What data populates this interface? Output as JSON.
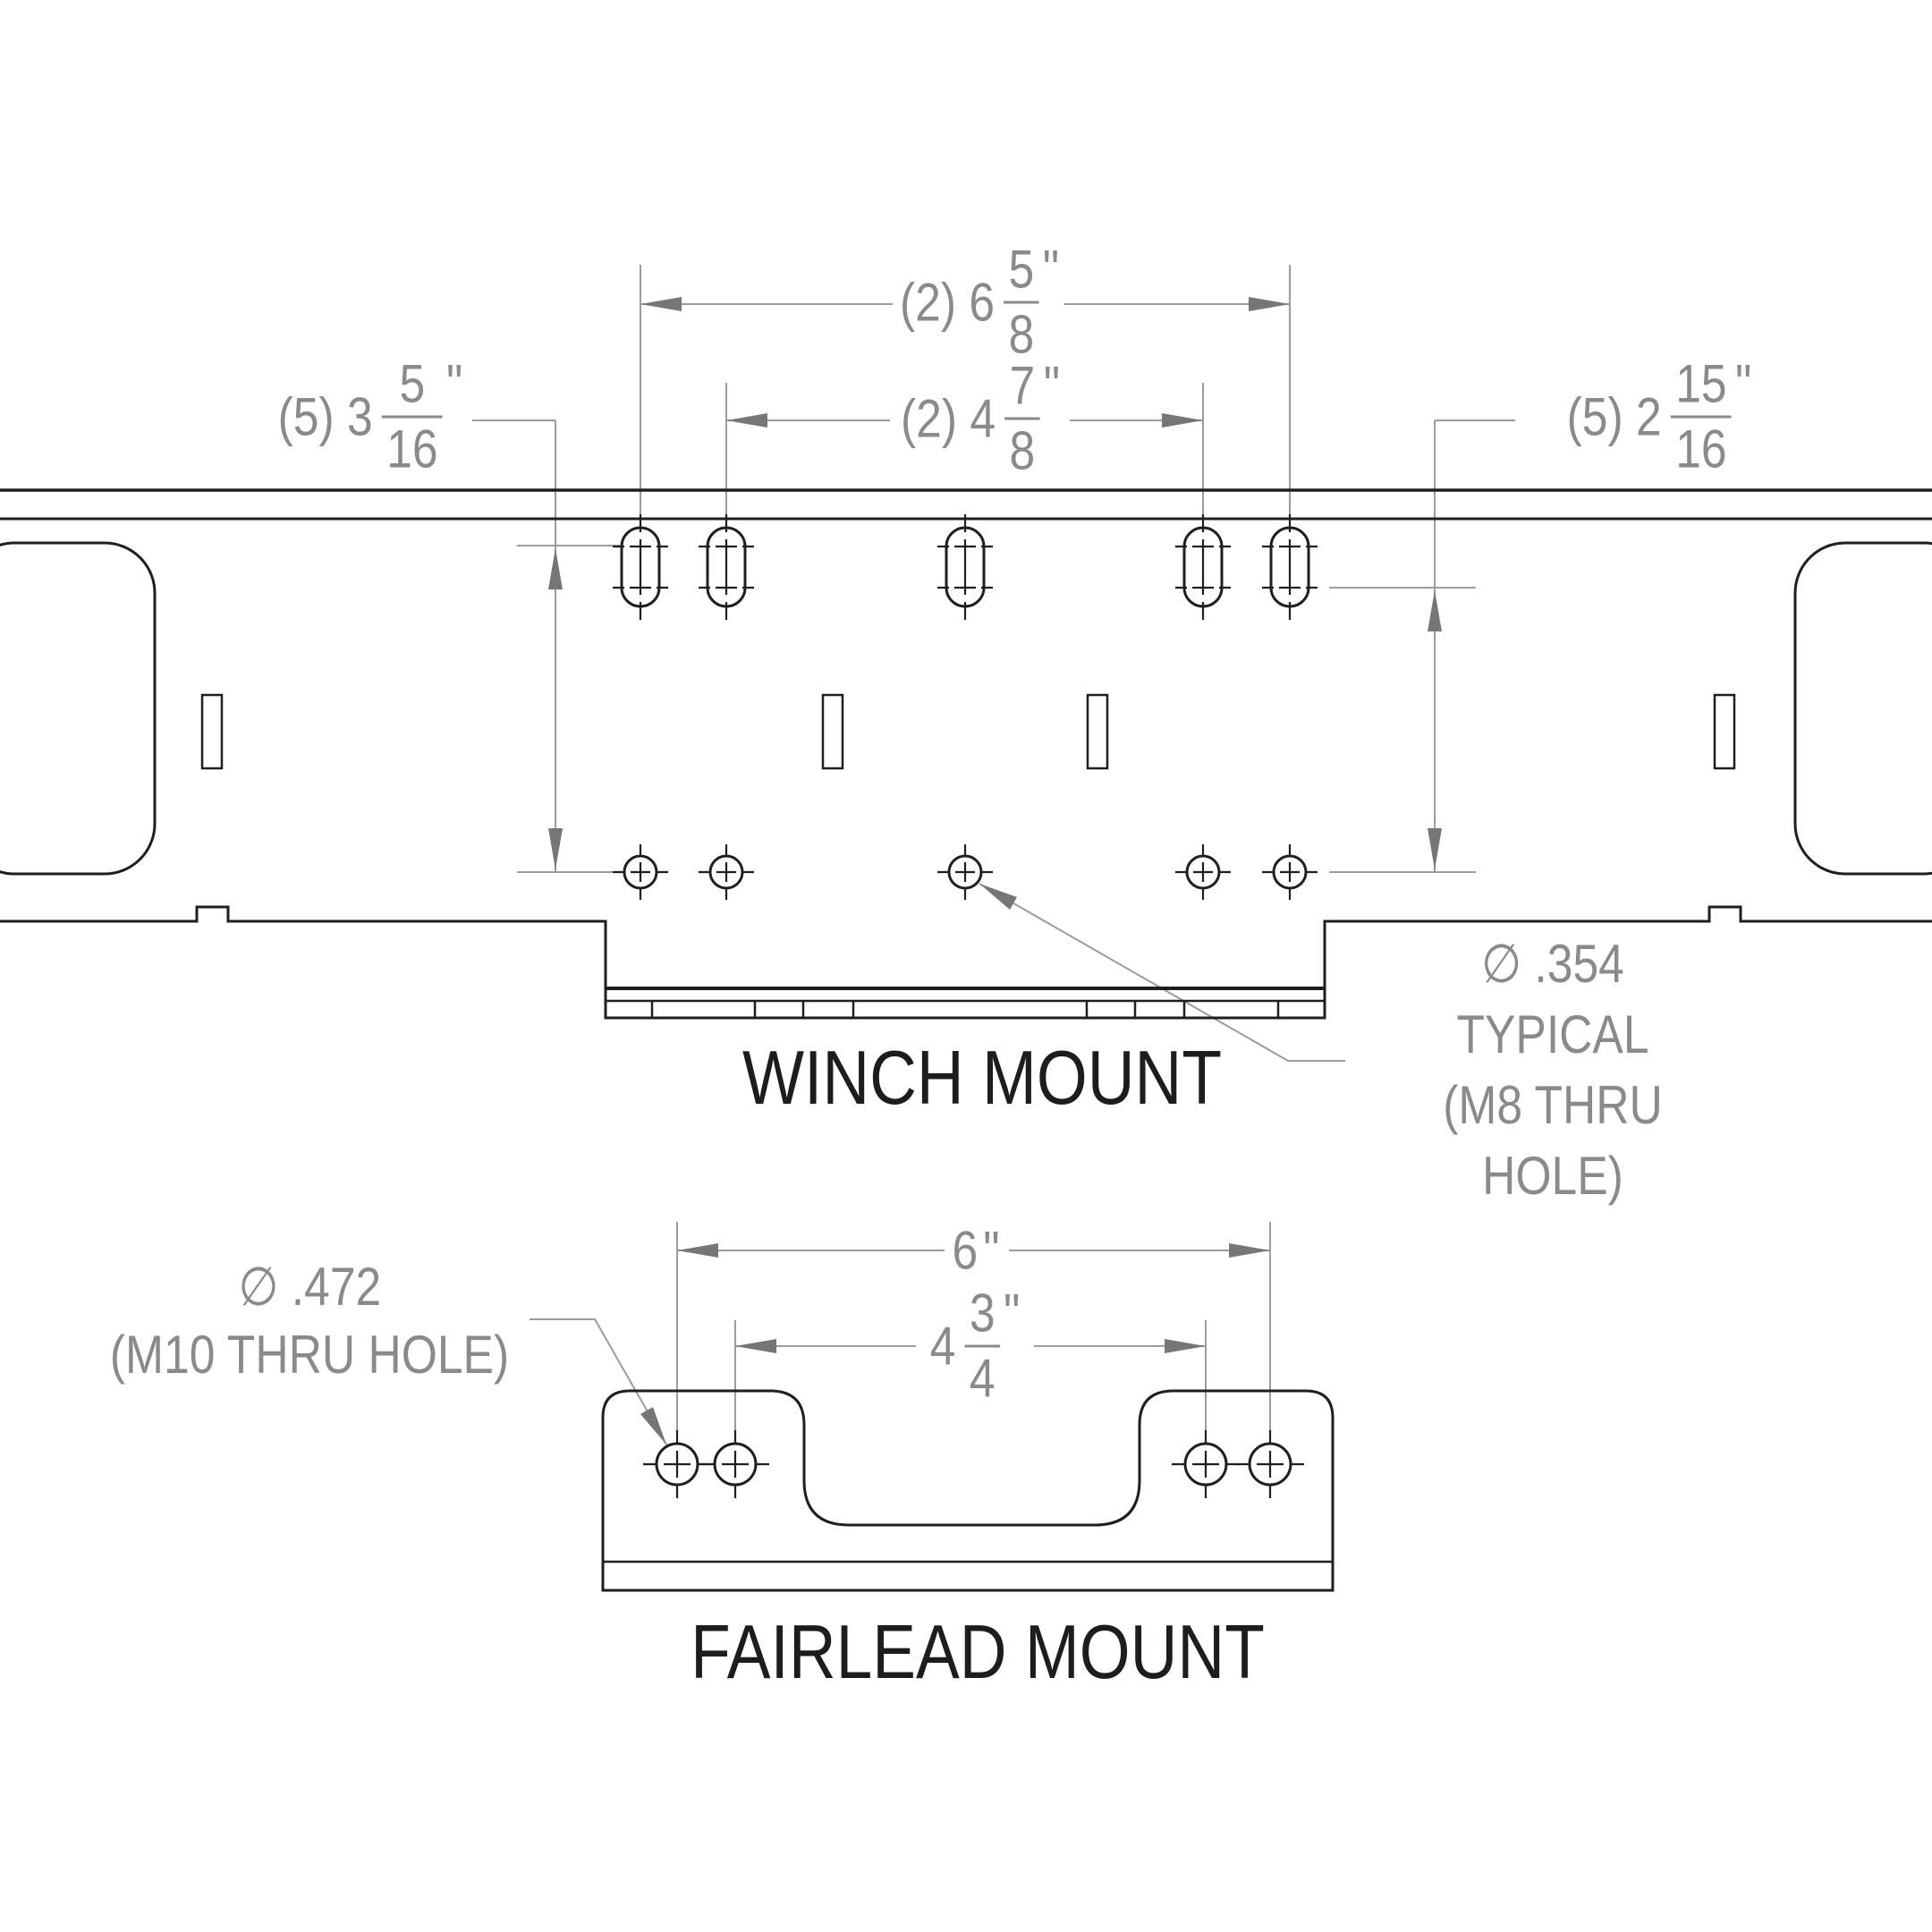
{
  "winch": {
    "title": "WINCH MOUNT",
    "dim_outer_slots": {
      "prefix": "(2) 6",
      "num": "5",
      "den": "8",
      "unit": "\""
    },
    "dim_inner_slots": {
      "prefix": "(2) 4",
      "num": "7",
      "den": "8",
      "unit": "\""
    },
    "dim_left_height": {
      "prefix": "(5) 3",
      "num": "5",
      "den": "16",
      "unit": "\""
    },
    "dim_right_height": {
      "prefix": "(5) 2",
      "num": "15",
      "den": "16",
      "unit": "\""
    },
    "hole_note_line1": "∅ .354 TYPICAL",
    "hole_note_line2": "(M8 THRU HOLE)"
  },
  "fairlead": {
    "title": "FAIRLEAD MOUNT",
    "dim_outer_holes": {
      "prefix": "6",
      "unit": "\""
    },
    "dim_inner_holes": {
      "prefix": "4",
      "num": "3",
      "den": "4",
      "unit": "\""
    },
    "hole_note_line1": "∅ .472",
    "hole_note_line2": "(M10 THRU HOLE)"
  },
  "colors": {
    "plate_line": "#1f1f1f",
    "dimension_line": "#9c9c9c",
    "arrow": "#767676",
    "label_text": "#8a8a8a",
    "title_text": "#1d1d1d",
    "background": "#ffffff"
  }
}
